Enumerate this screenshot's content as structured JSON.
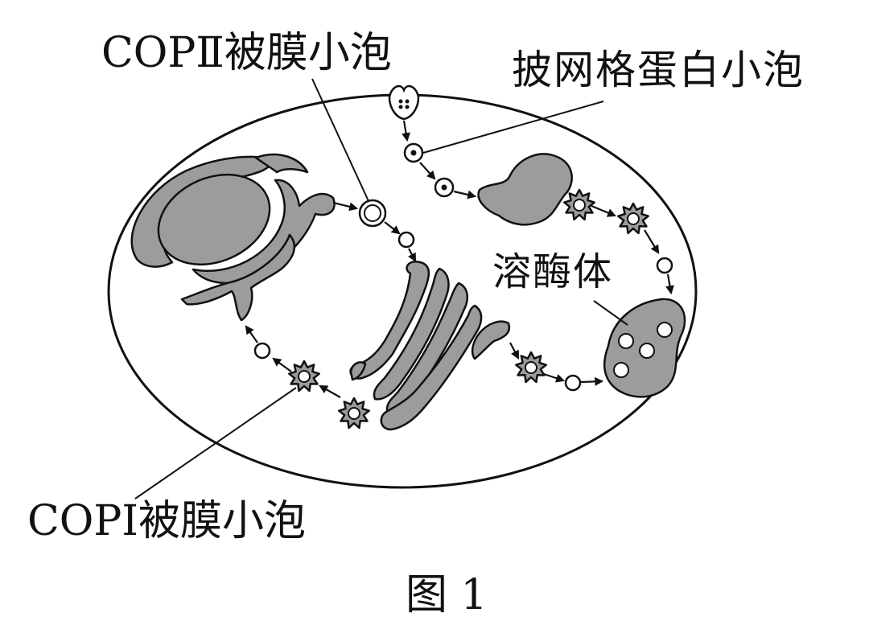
{
  "labels": {
    "cop2": "COPⅡ被膜小泡",
    "clathrin": "披网格蛋白小泡",
    "lysosome": "溶酶体",
    "cop1": "COPⅠ被膜小泡",
    "figure": "图 1"
  },
  "colors": {
    "organelle_fill": "#9c9c9c",
    "stroke": "#111111",
    "background": "#ffffff"
  }
}
